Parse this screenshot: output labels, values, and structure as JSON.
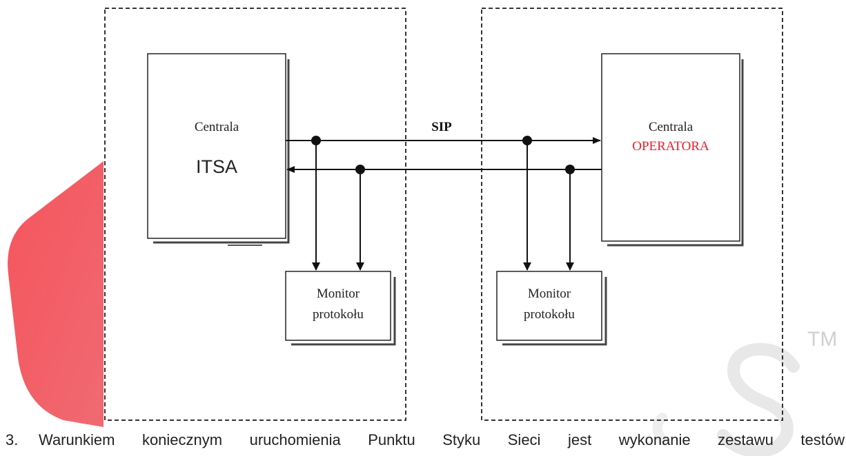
{
  "diagram": {
    "left_switch": {
      "title": "Centrala",
      "name": "ITSA"
    },
    "right_switch": {
      "title": "Centrala",
      "name": "OPERATORA",
      "name_color": "#e8202a"
    },
    "link_label": "SIP",
    "monitor_left": {
      "line1": "Monitor",
      "line2": "protokołu"
    },
    "monitor_right": {
      "line1": "Monitor",
      "line2": "protokołu"
    }
  },
  "watermark": {
    "trademark": "TM",
    "accent_color": "#f25a62"
  },
  "paragraph": {
    "number": "3.",
    "text": "Warunkiem koniecznym uruchomienia Punktu Styku Sieci jest wykonanie zestawu testów"
  }
}
